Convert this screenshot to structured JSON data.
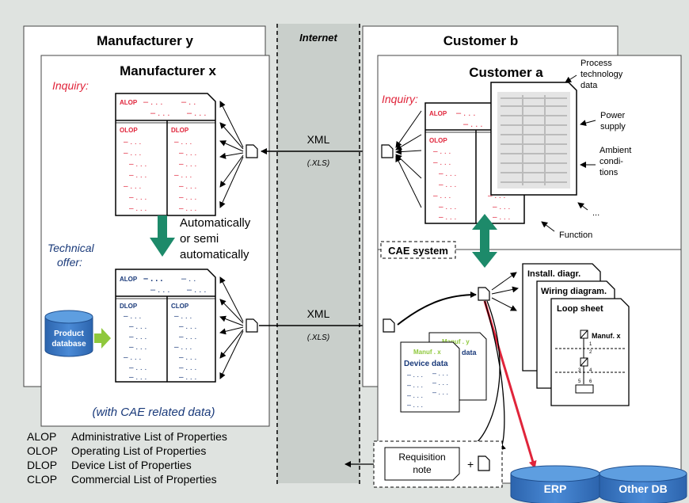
{
  "labels": {
    "internet": "Internet",
    "manufacturer_y": "Manufacturer y",
    "manufacturer_x": "Manufacturer x",
    "customer_b": "Customer b",
    "customer_a": "Customer a",
    "inquiry": "Inquiry:",
    "technical_offer_1": "Technical",
    "technical_offer_2": "offer:",
    "auto_1": "Automatically",
    "auto_2": "or semi",
    "auto_3": "automatically",
    "with_cae": "(with CAE related data)",
    "xml": "XML",
    "xls": "(.XLS)",
    "cae_system": "CAE system",
    "product_db_1": "Product",
    "product_db_2": "database",
    "erp": "ERP",
    "other_db": "Other DB",
    "requisition_1": "Requisition",
    "requisition_2": "note",
    "plus": "+",
    "function": "Function",
    "ellipsis": "...",
    "power_1": "Power",
    "power_2": "supply",
    "ambient_1": "Ambient",
    "ambient_2": "condi-",
    "ambient_3": "tions",
    "process_1": "Process",
    "process_2": "technology",
    "process_3": "data"
  },
  "list_tags": {
    "alop": "ALOP",
    "olop": "OLOP",
    "dlop": "DLOP",
    "clop": "CLOP"
  },
  "doc_stack": {
    "install": "Install. diagr.",
    "wiring": "Wiring diagram.",
    "loop": "Loop sheet",
    "manuf_x": "Manuf. x",
    "terminals": [
      "1",
      "2",
      "3",
      "4",
      "5",
      "6"
    ]
  },
  "device_sheets": {
    "manuf_y": "Manuf . y",
    "data_suffix": "data",
    "manuf_x": "Manuf . x",
    "device_data": "Device data"
  },
  "legend": [
    {
      "abbr": "ALOP",
      "text": "Administrative List of Properties"
    },
    {
      "abbr": "OLOP",
      "text": "Operating List of Properties"
    },
    {
      "abbr": "DLOP",
      "text": "Device List of Properties"
    },
    {
      "abbr": "CLOP",
      "text": "Commercial List of Properties"
    }
  ],
  "colors": {
    "red": "#e0243a",
    "navy": "#1a3a7a",
    "teal": "#1d8a6a",
    "db_blue": "#3a78c2",
    "green_arrow": "#8fc83c"
  }
}
